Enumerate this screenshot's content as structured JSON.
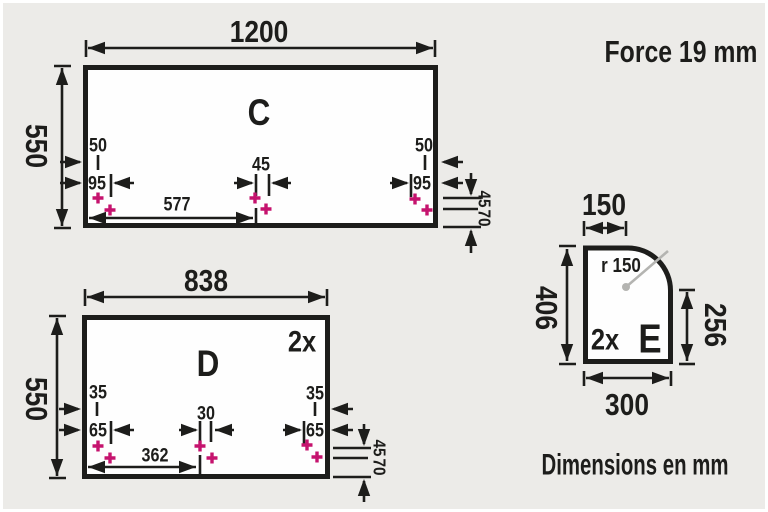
{
  "notes": {
    "force": "Force 19 mm",
    "units": "Dimensions en mm"
  },
  "panels": {
    "c": {
      "label": "C",
      "dims": {
        "width": "1200",
        "height": "550",
        "left_offset_1": "50",
        "left_offset_2": "95",
        "center_gap": "45",
        "center_from_left": "577",
        "right_offset_1": "50",
        "right_offset_2": "95",
        "row_spacing": "45",
        "row_from_bottom": "70"
      },
      "hole_marker_count": 6
    },
    "d": {
      "label": "D",
      "quantity": "2x",
      "dims": {
        "width": "838",
        "height": "550",
        "left_offset_1": "35",
        "left_offset_2": "65",
        "center_gap": "30",
        "center_from_left": "362",
        "right_offset_1": "35",
        "right_offset_2": "65",
        "row_spacing": "45",
        "row_from_bottom": "70"
      },
      "hole_marker_count": 6
    },
    "e": {
      "label": "E",
      "quantity": "2x",
      "dims": {
        "top_width": "150",
        "height": "406",
        "right_height": "256",
        "bottom_width": "300",
        "corner_radius": "r 150"
      }
    }
  },
  "colors": {
    "background": "#ECEBE8",
    "frame": "#FFFFFF",
    "line": "#1D1D1B",
    "panel_fill": "#FEFEFE",
    "hole_marker": "#C5136E",
    "leader": "#B4B4B1"
  }
}
